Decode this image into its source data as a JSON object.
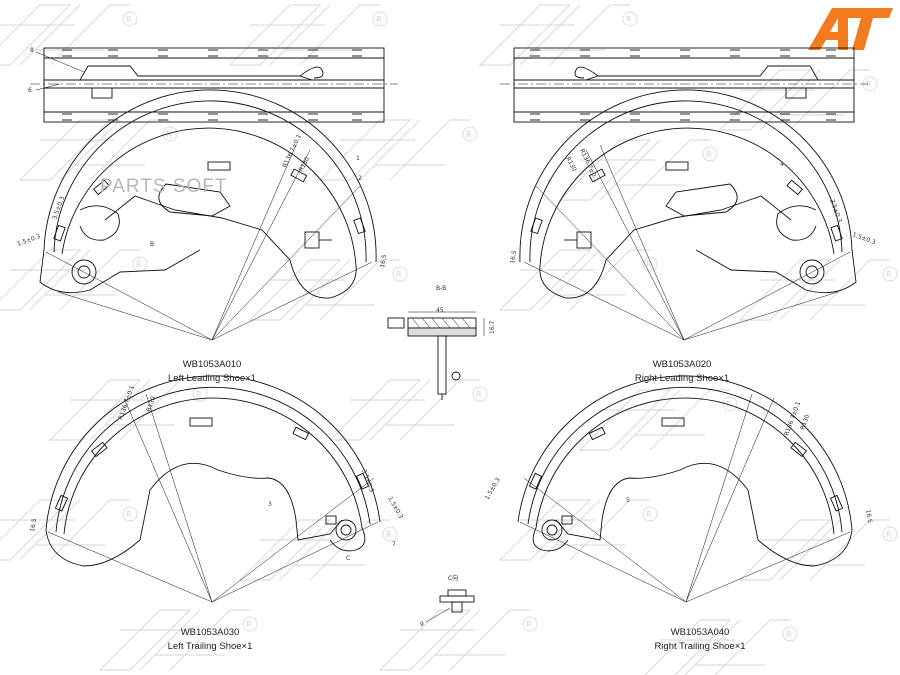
{
  "logo": {
    "text": "AT",
    "color": "#f47a1f"
  },
  "watermark": "PARTS SOFT",
  "section_label": "B-B",
  "detail_label": "C向",
  "captions": [
    {
      "part": "WB1053A010",
      "desc": "Left Leading Shoe×1"
    },
    {
      "part": "WB1053A020",
      "desc": "Right Leading Shoe×1"
    },
    {
      "part": "WB1053A030",
      "desc": "Left Trailing Shoe×1"
    },
    {
      "part": "WB1053A040",
      "desc": "Right Trailing Shoe×1"
    }
  ],
  "dims": {
    "radius_a": "R136.7±0.1",
    "radius_b": "R130",
    "width": "45",
    "thickness": "16.5",
    "gap": "1.5±0.3",
    "gap2": "3.5±0.3",
    "height": "16.7"
  },
  "callouts": [
    "8",
    "6",
    "1",
    "2",
    "3",
    "4",
    "5",
    "7",
    "9",
    "B",
    "C"
  ]
}
